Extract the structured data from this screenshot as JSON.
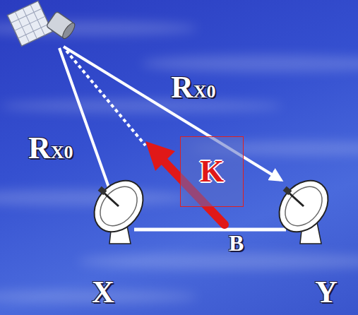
{
  "diagram": {
    "nodes": [
      {
        "text": [
          "K"
        ]
      }
    ],
    "labels": [
      "RX0",
      "RX0",
      "B",
      "X",
      "Y"
    ]
  }
}
